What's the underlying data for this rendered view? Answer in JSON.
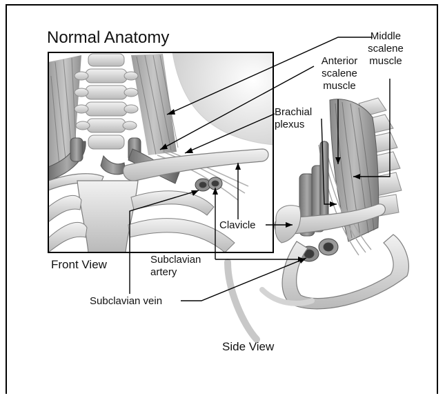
{
  "title": "Normal Anatomy",
  "views": {
    "front": "Front View",
    "side": "Side View"
  },
  "labels": {
    "middle_scalene": [
      "Middle",
      "scalene",
      "muscle"
    ],
    "anterior_scalene": [
      "Anterior",
      "scalene",
      "muscle"
    ],
    "brachial_plexus": [
      "Brachial",
      "plexus"
    ],
    "clavicle": "Clavicle",
    "subclavian_artery": [
      "Subclavian",
      "artery"
    ],
    "subclavian_vein": "Subclavian vein"
  }
}
